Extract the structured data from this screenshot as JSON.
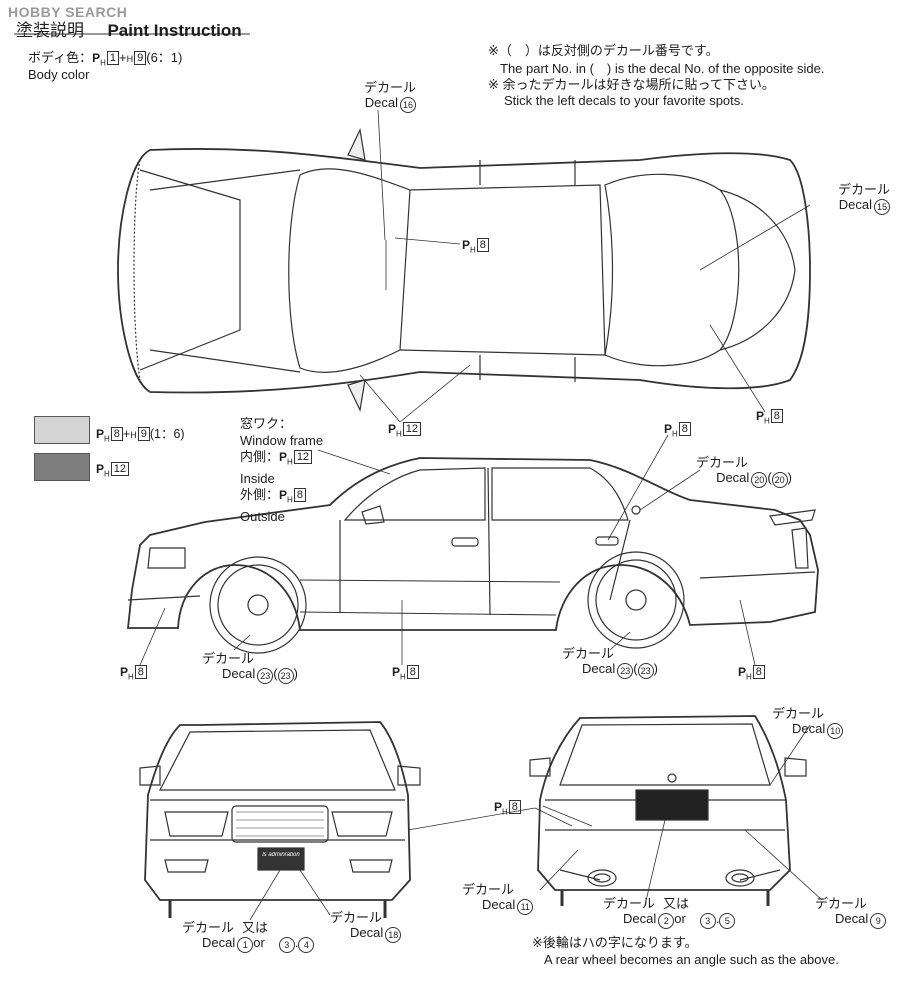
{
  "header": {
    "watermark": "HOBBY SEARCH",
    "title_jp": "塗装説明",
    "title_en": "Paint Instruction"
  },
  "body_color": {
    "jp": "ボディ色：",
    "code": "1",
    "code2": "9",
    "ratio": "(6：1)",
    "en": "Body color"
  },
  "notes": {
    "n1_jp": "※（　）は反対側のデカール番号です。",
    "n1_en": "The part No. in (　) is the decal No. of the opposite side.",
    "n2_jp": "※ 余ったデカールは好きな場所に貼って下さい。",
    "n2_en": "Stick the left decals to your favorite spots.",
    "n3_jp": "※後輪はハの字になります。",
    "n3_en": "A rear wheel becomes an angle such as the above."
  },
  "swatches": {
    "light": {
      "color": "#d4d4d4",
      "code1": "8",
      "code2": "9",
      "ratio": "(1：6)"
    },
    "dark": {
      "color": "#7e7e7e",
      "code": "12"
    }
  },
  "window_frame": {
    "jp": "窓ワク：",
    "en": "Window frame",
    "inside_jp": "内側：",
    "inside_code": "12",
    "inside_en": "Inside",
    "outside_jp": "外側：",
    "outside_code": "8",
    "outside_en": "Outside"
  },
  "decal_jp": "デカール",
  "decal_en": "Decal",
  "or_jp": "又は",
  "or_en": "or",
  "callouts": {
    "top_decal": "16",
    "top_right_decal": "15",
    "top_ph_roof": "8",
    "top_ph_mirror": "12",
    "top_ph_rear": "8",
    "side_ph_door": "8",
    "side_decal_rear": "20",
    "side_decal_rear_opp": "20",
    "side_ph_front": "8",
    "side_ph_mid": "8",
    "side_ph_rear": "8",
    "side_decal_wheel_f": "23",
    "side_decal_wheel_f_opp": "23",
    "side_decal_wheel_r": "23",
    "side_decal_wheel_r_opp": "23",
    "front_decal_1": "1",
    "front_decal_1_alt": "3",
    "front_decal_1_alt2": "4",
    "front_decal_18": "18",
    "rear_ph": "8",
    "rear_decal_10": "10",
    "rear_decal_11": "11",
    "rear_decal_2": "2",
    "rear_decal_2_alt": "3",
    "rear_decal_2_alt2": "5",
    "rear_decal_9": "9"
  },
  "ph_label": "P",
  "ph_sub": "H",
  "h_label": "H",
  "plus": "+",
  "plate_text": "ls adminration"
}
